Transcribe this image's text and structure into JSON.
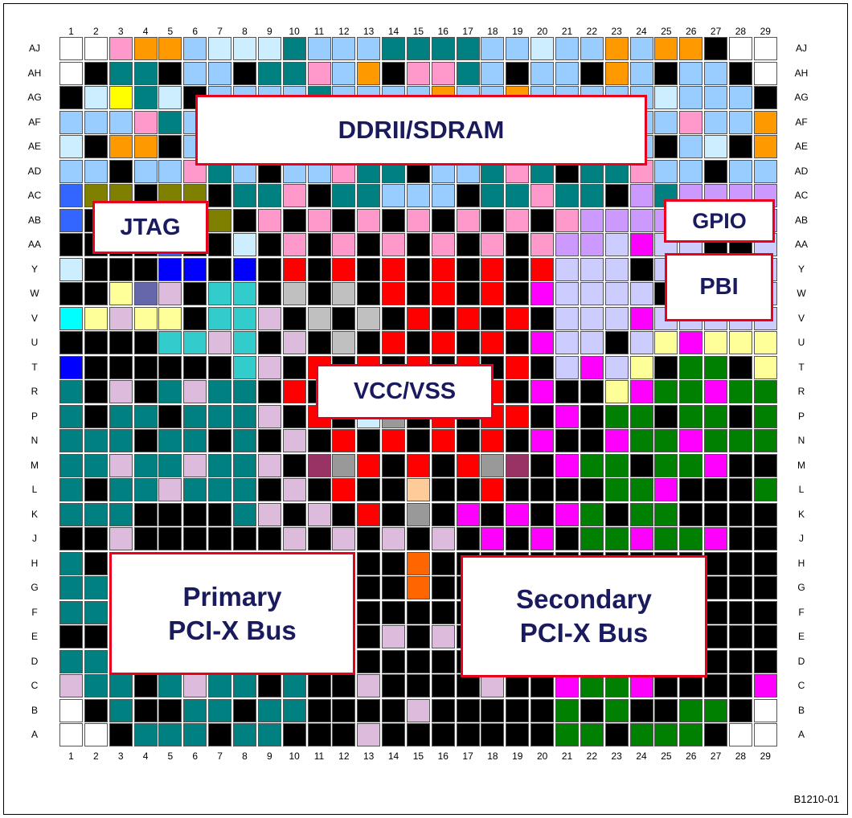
{
  "columns": [
    "1",
    "2",
    "3",
    "4",
    "5",
    "6",
    "7",
    "8",
    "9",
    "10",
    "11",
    "12",
    "13",
    "14",
    "15",
    "16",
    "17",
    "18",
    "19",
    "20",
    "21",
    "22",
    "23",
    "24",
    "25",
    "26",
    "27",
    "28",
    "29"
  ],
  "rows": [
    "AJ",
    "AH",
    "AG",
    "AF",
    "AE",
    "AD",
    "AC",
    "AB",
    "AA",
    "Y",
    "W",
    "V",
    "U",
    "T",
    "R",
    "P",
    "N",
    "M",
    "L",
    "K",
    "J",
    "H",
    "G",
    "F",
    "E",
    "D",
    "C",
    "B",
    "A"
  ],
  "colors": {
    "W": "#ffffff",
    "K": "#000000",
    "P": "#ff99cc",
    "O": "#ff9900",
    "L": "#99ccff",
    "C": "#cceeff",
    "T": "#008080",
    "Y": "#ffff00",
    "R": "#ff0000",
    "M": "#ff00ff",
    "G": "#008000",
    "V": "#cc99ff",
    "I": "#ccccff",
    "Q": "#33cccc",
    "U": "#0000ff",
    "E": "#3366ff",
    "X": "#808000",
    "S": "#c0c0c0",
    "H": "#999999",
    "N": "#993366",
    "J": "#ffcc99",
    "F": "#ff6600",
    "A": "#00ffff",
    "Z": "#6666aa",
    "B": "#ffff99",
    "D": "#ddbbdd"
  },
  "grid": [
    "WWPOOLCCCTLLLTTTTLLCLLOLOOKWW",
    "WKTTKLLKTTPLOKPPTLKLLKOLKLLKW",
    "KCYTCKLLLLTLLLLOLLOLLLLLCLLLK",
    "LLLPTLLLLLLLLLLLLLLLLLLLLPLLO",
    "CKOOKLLLLLLLLLLLLLLLLLLLKLCKO",
    "LLKLLPTLKLLPTTKLLTPTKTTPLLKLL",
    "EXXKXXKTTPKTTLLLKTTPTTKVTVVVV",
    "EKKKKKXKPKPKPKPKPKPKPVVVVIIIV",
    "KKKKEKKCKPKPKPKPKPKPVVIMIIKKI",
    "CKKKUUKUKRKRKRKRKRKRIIIKIIIII",
    "KKBZDKQQKSKSKRKRKRKMIIIIKIIII",
    "ABDBBKQQDKSKSKRKRKRKIIIMIIIII",
    "KKKKQQDQKDKSKRKRKRKMIIKIBMBBB",
    "UKKKKKKQDKRKRKRKRKRKIMIBKGGKB",
    "TKDKTDTTKRKRKRKRKRKMKKBMGGMGG",
    "TKTTKTTTDKRKCHKRKRRKMKGGKGGKG",
    "TTTKTTKTKDKRKRKRKRKMKKMGGMGGG",
    "TTDTTDTTDKNHRKRKRHNKMGGKGGMKK",
    "TKTTDTTTKDKRKKJKKRKKKKGGMKKKG",
    "TTTKKKKTDKDKRKHKMKMKMGKGGKKKK",
    "KKDKKKKKKDKDKDKDKMKMKGGMGGMKK",
    "TKKKKKKKKKKKKKFKKKKKKKKKKKKKK",
    "TTKKKKKKKKKKKKFKKKKKKKKKKKKKK",
    "TTKKKKKKKKKKKKKKKKKKKKKKKKKKK",
    "KKKKKKKKKKKKKDKDKKKKKKKKKKKKK",
    "TTKKKKKKKKKKKKKKKKKKKKKKKKKKK",
    "DTTKTDTTKTKKDKKKKDKKMGGMKKKKM",
    "WKTKKTTKTTKKKKDKKKKKGKGKKGGKW",
    "WWKTTTKTTKKKDKKKKKKKGGKGGGKWW"
  ],
  "regions": {
    "ddr": "DDRII/SDRAM",
    "jtag": "JTAG",
    "gpio": "GPIO",
    "pbi": "PBI",
    "vcc": "VCC/VSS",
    "primary_l1": "Primary",
    "primary_l2": "PCI-X Bus",
    "secondary_l1": "Secondary",
    "secondary_l2": "PCI-X Bus"
  },
  "figure_id": "B1210-01"
}
